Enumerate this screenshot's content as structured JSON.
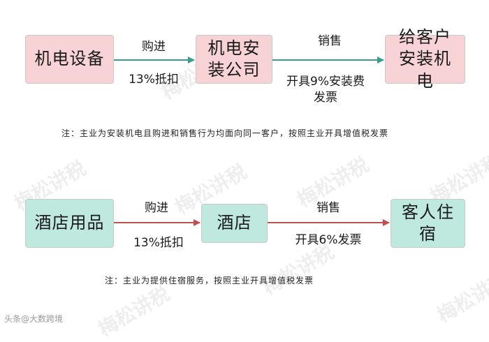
{
  "row1": {
    "box1": "机电设备",
    "box2": "机电安装公司",
    "box3": "给客户安装机电",
    "arrow1_top": "购进",
    "arrow1_bottom": "13%抵扣",
    "arrow2_top": "销售",
    "arrow2_bottom": "开具9%安装费发票",
    "note": "注：主业为安装机电且购进和销售行为均面向同一客户，按照主业开具增值税发票",
    "box_color": "#f8d3d6",
    "arrow_color": "#3a9e8c"
  },
  "row2": {
    "box1": "酒店用品",
    "box2": "酒店",
    "box3": "客人住宿",
    "arrow1_top": "购进",
    "arrow1_bottom": "13%抵扣",
    "arrow2_top": "销售",
    "arrow2_bottom": "开具6%发票",
    "note": "注：主业为提供住宿服务，按照主业开具增值税发票",
    "box_color": "#bfe8df",
    "arrow_color": "#c0504d"
  },
  "watermark": "梅松讲税",
  "footer": "头条@大数跨境"
}
